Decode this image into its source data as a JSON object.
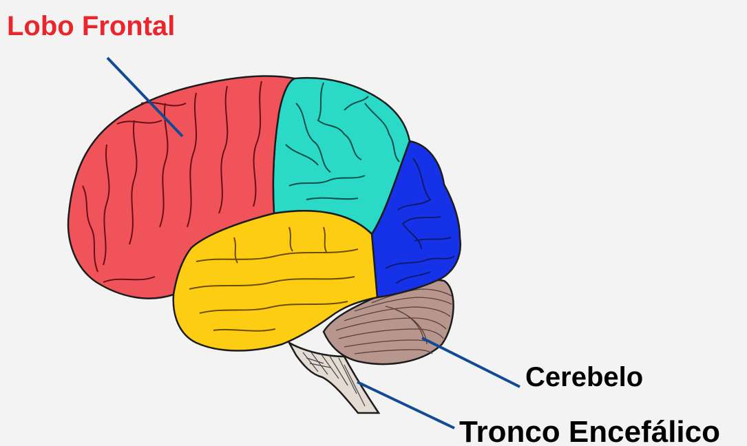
{
  "labels": {
    "frontal": "Lobo Frontal",
    "cerebelo": "Cerebelo",
    "tronco": "Tronco Encefálico"
  },
  "colors": {
    "background": "#f3f3f3",
    "frontal_label": "#e8262b",
    "other_labels": "#000000",
    "leader_line": "#124a94",
    "frontal_lobe": "#f1535b",
    "parietal_lobe": "#2ad9c6",
    "occipital_lobe": "#1632e8",
    "temporal_lobe": "#fdcd13",
    "cerebellum": "#b7968e",
    "brainstem": "#e4dbd3",
    "outline": "#1c1c1c"
  }
}
